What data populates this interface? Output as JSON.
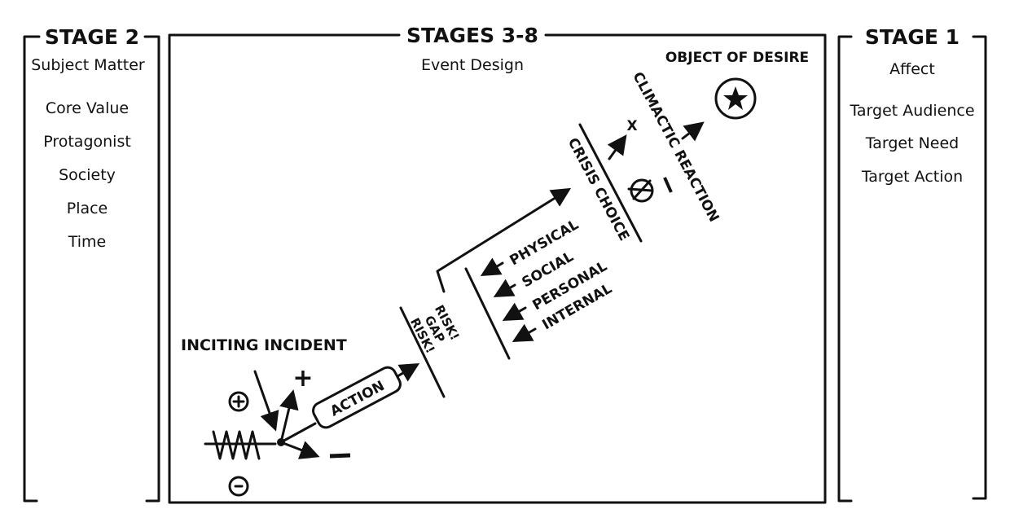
{
  "stage2": {
    "title": "STAGE 2",
    "subtitle": "Subject Matter",
    "items": [
      "Core Value",
      "Protagonist",
      "Society",
      "Place",
      "Time"
    ]
  },
  "stages38": {
    "title": "STAGES 3-8",
    "subtitle": "Event Design",
    "object_of_desire": "OBJECT OF DESIRE",
    "inciting_incident": "INCITING INCIDENT",
    "action": "ACTION",
    "plus": "+",
    "minus": "−",
    "risk_gap": [
      "RISK!",
      "GAP",
      "RISK!"
    ],
    "conflict_levels": [
      "PHYSICAL",
      "SOCIAL",
      "PERSONAL",
      "INTERNAL"
    ],
    "crisis_choice": "CRISIS CHOICE",
    "climactic_reaction": "CLIMACTIC REACTION",
    "x_mark": "X"
  },
  "stage1": {
    "title": "STAGE 1",
    "subtitle": "Affect",
    "items": [
      "Target Audience",
      "Target Need",
      "Target Action"
    ]
  }
}
